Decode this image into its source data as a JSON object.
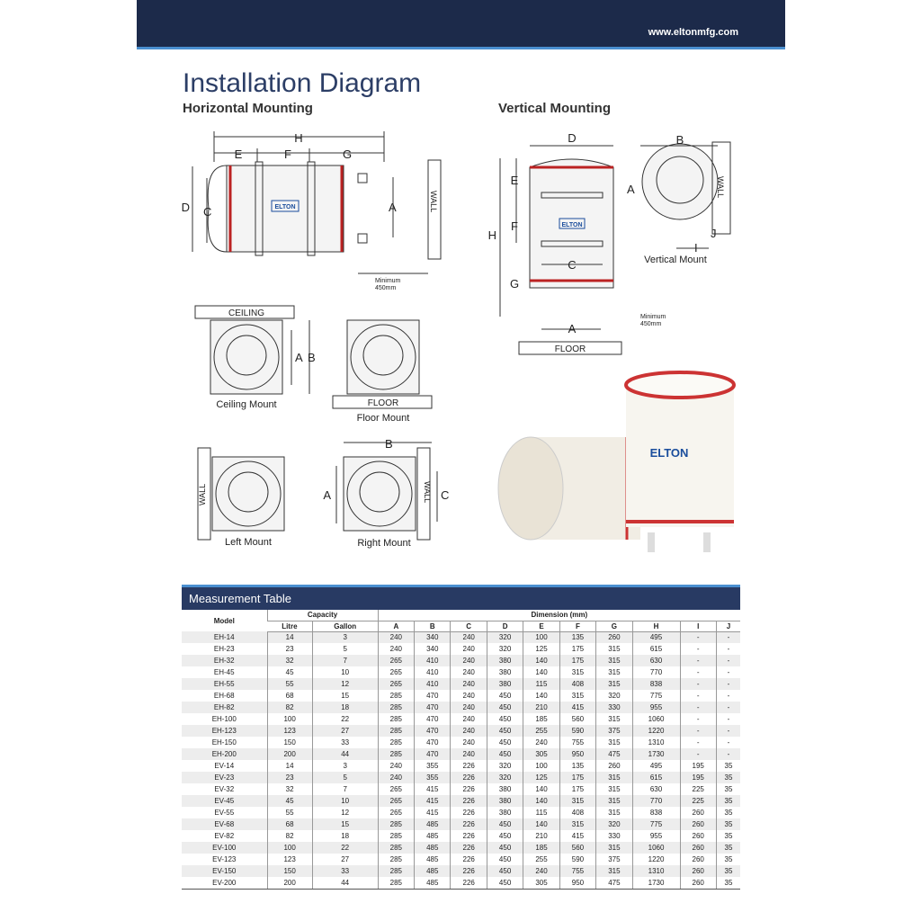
{
  "header": {
    "url": "www.eltonmfg.com"
  },
  "title": "Installation Diagram",
  "horizontal": {
    "heading": "Horizontal Mounting",
    "dims": [
      "H",
      "E",
      "F",
      "G",
      "D",
      "C",
      "A"
    ],
    "brand": "ELTON",
    "wall": "WALL",
    "minimum": "Minimum",
    "min_value": "450mm"
  },
  "vertical": {
    "heading": "Vertical Mounting",
    "dims": [
      "D",
      "E",
      "F",
      "H",
      "C",
      "G",
      "A",
      "B",
      "A",
      "I",
      "J"
    ],
    "brand": "ELTON",
    "wall": "WALL",
    "floor": "FLOOR",
    "minimum": "Minimum",
    "min_value": "450mm",
    "side_caption": "Vertical Mount"
  },
  "mounts": {
    "ceiling": "CEILING",
    "ceiling_caption": "Ceiling Mount",
    "floor": "FLOOR",
    "floor_caption": "Floor Mount",
    "wall": "WALL",
    "left_caption": "Left Mount",
    "right_caption": "Right Mount",
    "a": "A",
    "b": "B",
    "c": "C"
  },
  "photo": {
    "brand": "ELTON"
  },
  "table": {
    "title": "Measurement Table",
    "model_header": "Model",
    "capacity_header": "Capacity",
    "dimension_header": "Dimension (mm)",
    "columns": [
      "Litre",
      "Gallon",
      "A",
      "B",
      "C",
      "D",
      "E",
      "F",
      "G",
      "H",
      "I",
      "J"
    ],
    "rows": [
      [
        "EH-14",
        "14",
        "3",
        "240",
        "340",
        "240",
        "320",
        "100",
        "135",
        "260",
        "495",
        "-",
        "-"
      ],
      [
        "EH-23",
        "23",
        "5",
        "240",
        "340",
        "240",
        "320",
        "125",
        "175",
        "315",
        "615",
        "-",
        "-"
      ],
      [
        "EH-32",
        "32",
        "7",
        "265",
        "410",
        "240",
        "380",
        "140",
        "175",
        "315",
        "630",
        "-",
        "-"
      ],
      [
        "EH-45",
        "45",
        "10",
        "265",
        "410",
        "240",
        "380",
        "140",
        "315",
        "315",
        "770",
        "-",
        "-"
      ],
      [
        "EH-55",
        "55",
        "12",
        "265",
        "410",
        "240",
        "380",
        "115",
        "408",
        "315",
        "838",
        "-",
        "-"
      ],
      [
        "EH-68",
        "68",
        "15",
        "285",
        "470",
        "240",
        "450",
        "140",
        "315",
        "320",
        "775",
        "-",
        "-"
      ],
      [
        "EH-82",
        "82",
        "18",
        "285",
        "470",
        "240",
        "450",
        "210",
        "415",
        "330",
        "955",
        "-",
        "-"
      ],
      [
        "EH-100",
        "100",
        "22",
        "285",
        "470",
        "240",
        "450",
        "185",
        "560",
        "315",
        "1060",
        "-",
        "-"
      ],
      [
        "EH-123",
        "123",
        "27",
        "285",
        "470",
        "240",
        "450",
        "255",
        "590",
        "375",
        "1220",
        "-",
        "-"
      ],
      [
        "EH-150",
        "150",
        "33",
        "285",
        "470",
        "240",
        "450",
        "240",
        "755",
        "315",
        "1310",
        "-",
        "-"
      ],
      [
        "EH-200",
        "200",
        "44",
        "285",
        "470",
        "240",
        "450",
        "305",
        "950",
        "475",
        "1730",
        "-",
        "-"
      ],
      [
        "EV-14",
        "14",
        "3",
        "240",
        "355",
        "226",
        "320",
        "100",
        "135",
        "260",
        "495",
        "195",
        "35"
      ],
      [
        "EV-23",
        "23",
        "5",
        "240",
        "355",
        "226",
        "320",
        "125",
        "175",
        "315",
        "615",
        "195",
        "35"
      ],
      [
        "EV-32",
        "32",
        "7",
        "265",
        "415",
        "226",
        "380",
        "140",
        "175",
        "315",
        "630",
        "225",
        "35"
      ],
      [
        "EV-45",
        "45",
        "10",
        "265",
        "415",
        "226",
        "380",
        "140",
        "315",
        "315",
        "770",
        "225",
        "35"
      ],
      [
        "EV-55",
        "55",
        "12",
        "265",
        "415",
        "226",
        "380",
        "115",
        "408",
        "315",
        "838",
        "260",
        "35"
      ],
      [
        "EV-68",
        "68",
        "15",
        "285",
        "485",
        "226",
        "450",
        "140",
        "315",
        "320",
        "775",
        "260",
        "35"
      ],
      [
        "EV-82",
        "82",
        "18",
        "285",
        "485",
        "226",
        "450",
        "210",
        "415",
        "330",
        "955",
        "260",
        "35"
      ],
      [
        "EV-100",
        "100",
        "22",
        "285",
        "485",
        "226",
        "450",
        "185",
        "560",
        "315",
        "1060",
        "260",
        "35"
      ],
      [
        "EV-123",
        "123",
        "27",
        "285",
        "485",
        "226",
        "450",
        "255",
        "590",
        "375",
        "1220",
        "260",
        "35"
      ],
      [
        "EV-150",
        "150",
        "33",
        "285",
        "485",
        "226",
        "450",
        "240",
        "755",
        "315",
        "1310",
        "260",
        "35"
      ],
      [
        "EV-200",
        "200",
        "44",
        "285",
        "485",
        "226",
        "450",
        "305",
        "950",
        "475",
        "1730",
        "260",
        "35"
      ]
    ]
  }
}
